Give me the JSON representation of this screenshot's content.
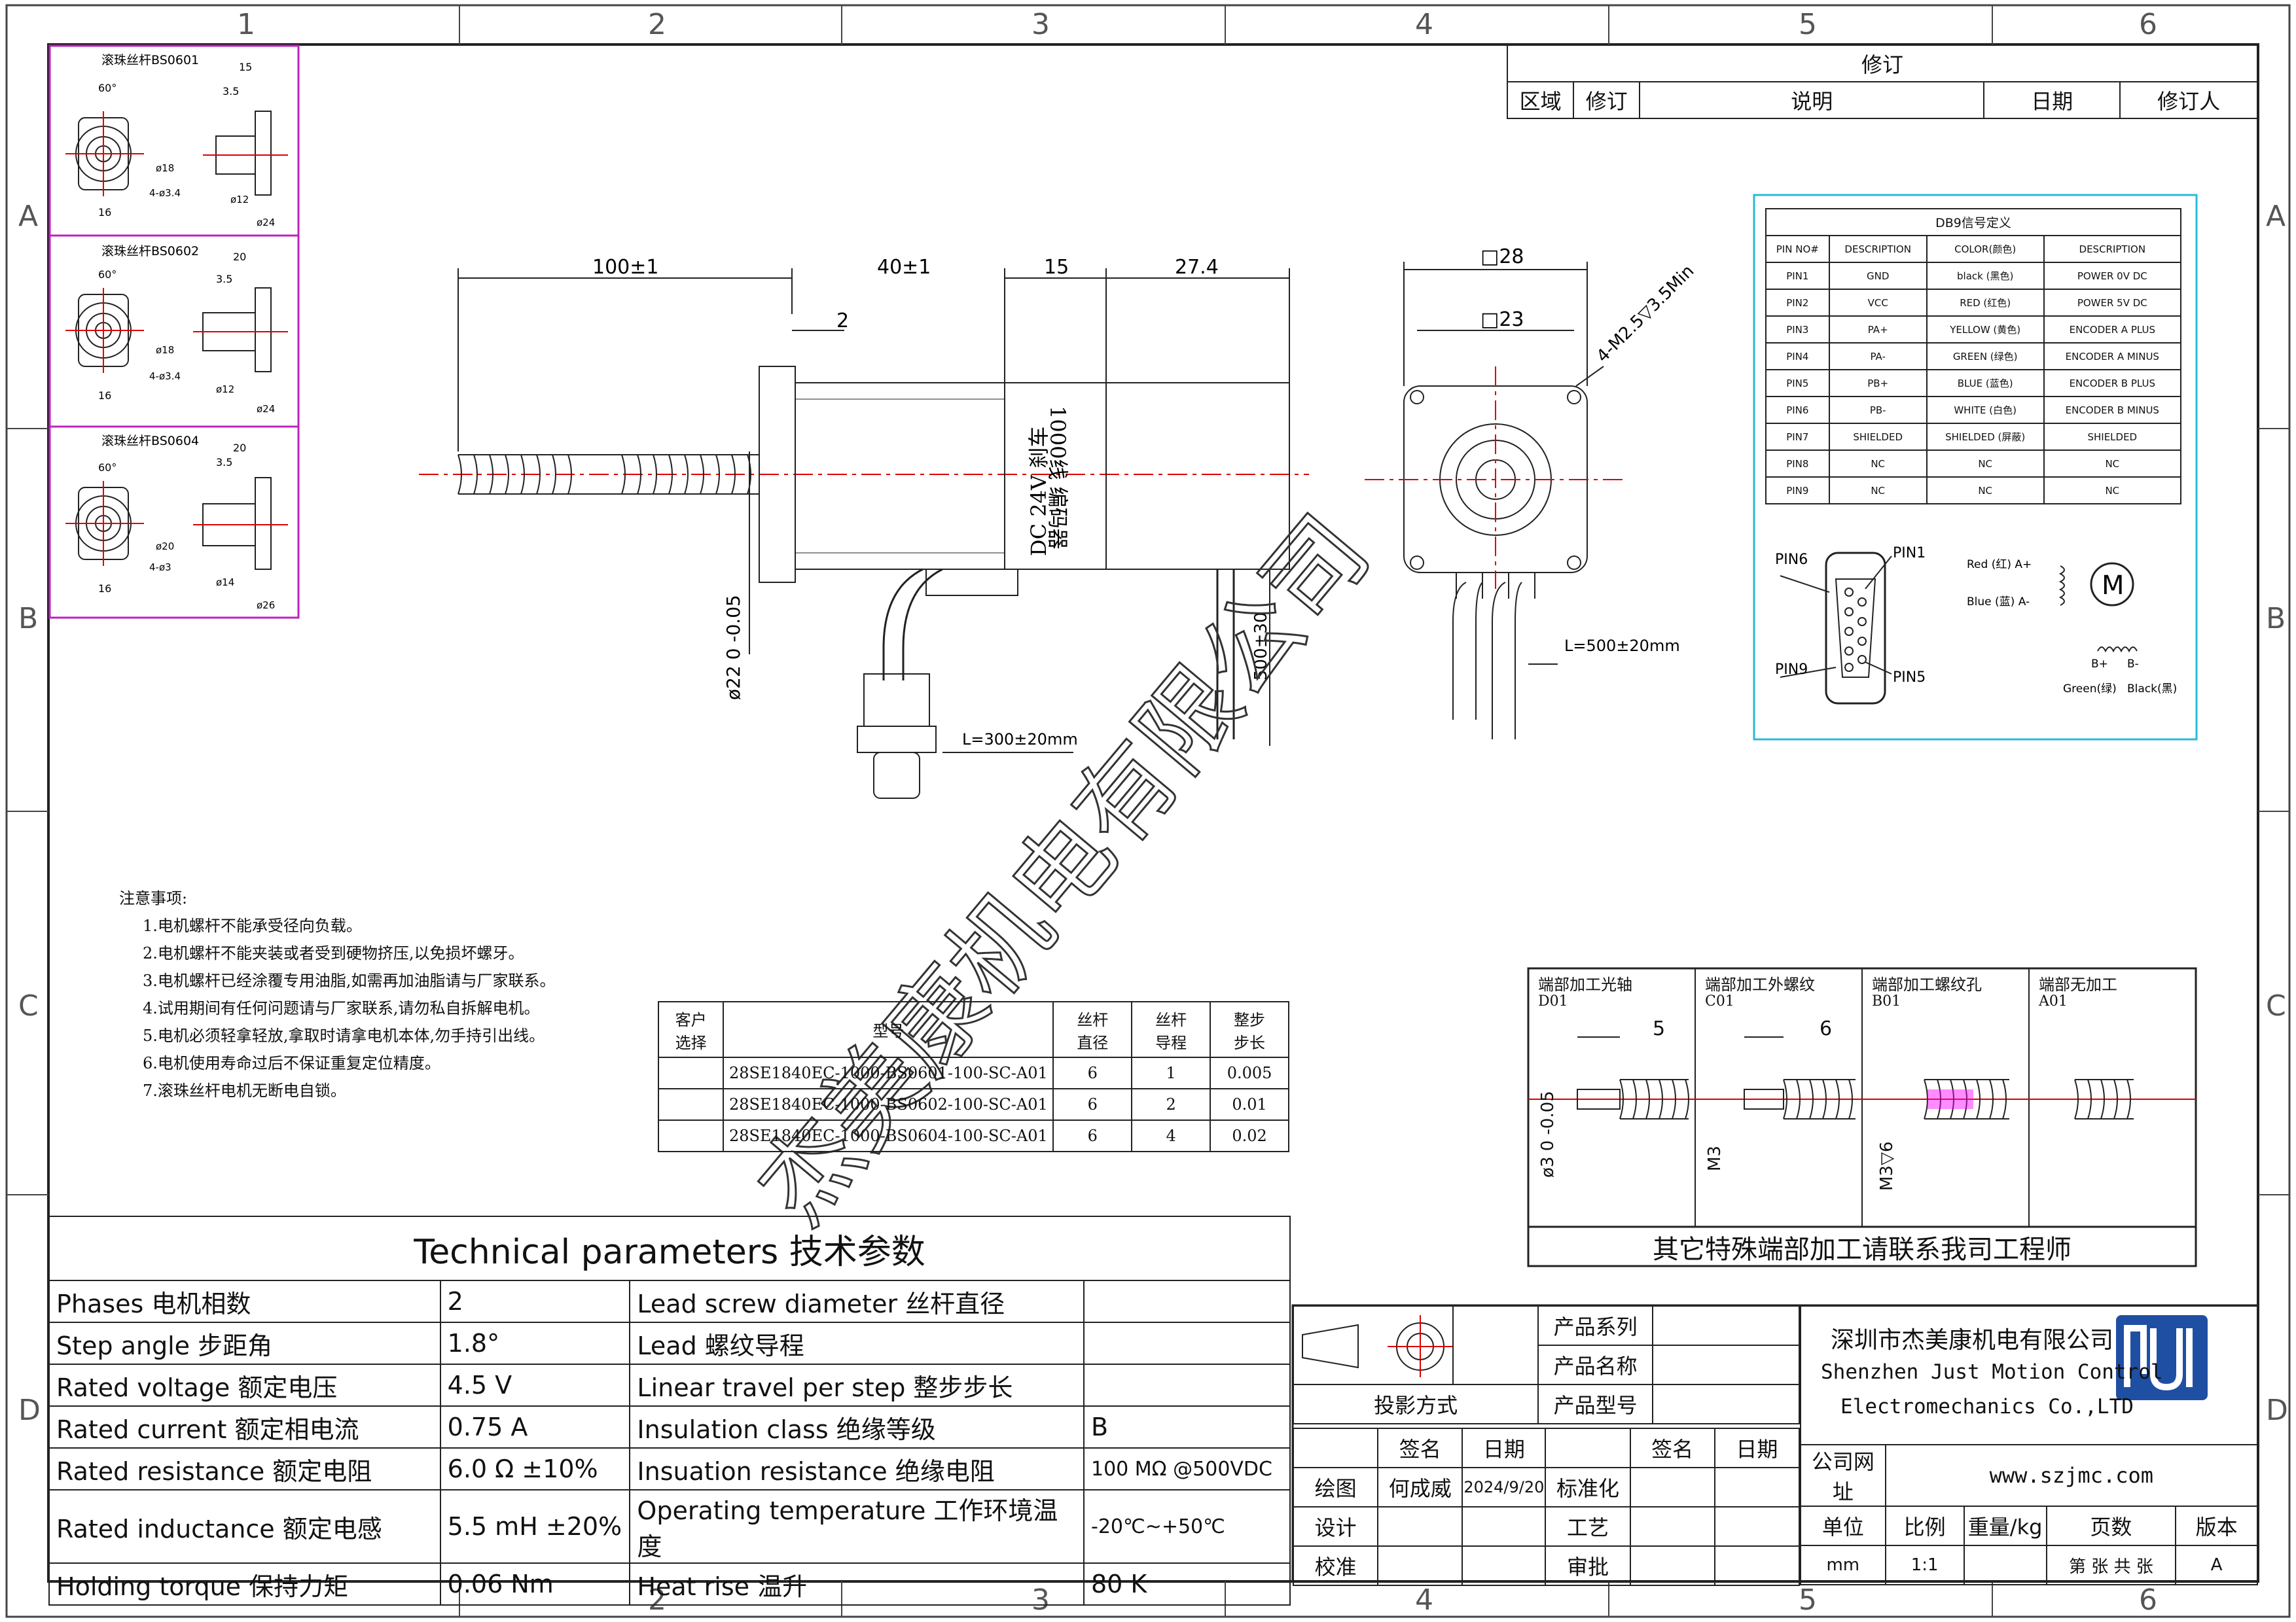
{
  "frame": {
    "columns": [
      "1",
      "2",
      "3",
      "4",
      "5",
      "6"
    ],
    "rows": [
      "A",
      "B",
      "C",
      "D"
    ]
  },
  "revision": {
    "title": "修订",
    "headers": [
      "区域",
      "修订",
      "说明",
      "日期",
      "修订人"
    ]
  },
  "variants": [
    {
      "title": "滚珠丝杆BS0601",
      "angle": "60°",
      "dims": {
        "w15": "15",
        "d35": "3.5",
        "b16": "16",
        "d18": "ø18",
        "holes": "4-ø3.4",
        "d12": "ø12",
        "d24": "ø24"
      }
    },
    {
      "title": "滚珠丝杆BS0602",
      "angle": "60°",
      "dims": {
        "w15": "20",
        "d35": "3.5",
        "b16": "16",
        "d18": "ø18",
        "holes": "4-ø3.4",
        "d12": "ø12",
        "d24": "ø24"
      }
    },
    {
      "title": "滚珠丝杆BS0604",
      "angle": "60°",
      "dims": {
        "w15": "20",
        "d35": "3.5",
        "b16": "16",
        "d18": "ø20",
        "holes": "4-ø3",
        "d12": "ø14",
        "d24": "ø26"
      }
    }
  ],
  "main_drawing": {
    "dim_screw": "100±1",
    "dim_motor": "40±1",
    "dim_encoder": "15",
    "dim_brake": "27.4",
    "dim_boss": "2",
    "dim_dia": "ø22  0 -0.05",
    "encoder_label": "1000线  编码器",
    "brake_label": "DC  24V  刹车",
    "cable_brake": "500±30",
    "cable_encoder": "L=300±20mm",
    "square_outer": "□28",
    "square_inner": "□23",
    "holes": "4-M2.5▽3.5Min",
    "cable_side": "L=500±20mm",
    "watermark": "杰美康机电有限公司"
  },
  "db9": {
    "title": "DB9信号定义",
    "headers": [
      "PIN NO#",
      "DESCRIPTION",
      "COLOR(颜色)",
      "DESCRIPTION"
    ],
    "rows": [
      [
        "PIN1",
        "GND",
        "black (黑色)",
        "POWER 0V DC"
      ],
      [
        "PIN2",
        "VCC",
        "RED (红色)",
        "POWER 5V DC"
      ],
      [
        "PIN3",
        "PA+",
        "YELLOW (黄色)",
        "ENCODER A PLUS"
      ],
      [
        "PIN4",
        "PA-",
        "GREEN (绿色)",
        "ENCODER A MINUS"
      ],
      [
        "PIN5",
        "PB+",
        "BLUE (蓝色)",
        "ENCODER B PLUS"
      ],
      [
        "PIN6",
        "PB-",
        "WHITE (白色)",
        "ENCODER B MINUS"
      ],
      [
        "PIN7",
        "SHIELDED",
        "SHIELDED (屏蔽)",
        "SHIELDED"
      ],
      [
        "PIN8",
        "NC",
        "NC",
        "NC"
      ],
      [
        "PIN9",
        "NC",
        "NC",
        "NC"
      ]
    ],
    "pins": {
      "pin6": "PIN6",
      "pin1": "PIN1",
      "pin9": "PIN9",
      "pin5": "PIN5"
    },
    "wires": {
      "red": "Red (红) A+",
      "blue": "Blue (蓝) A-",
      "bplus": "B+",
      "bminus": "B-",
      "green": "Green(绿)",
      "black": "Black(黑)",
      "motor": "M"
    }
  },
  "notes": {
    "title": "注意事项:",
    "items": [
      "1.电机螺杆不能承受径向负载。",
      "2.电机螺杆不能夹装或者受到硬物挤压,以免损坏螺牙。",
      "3.电机螺杆已经涂覆专用油脂,如需再加油脂请与厂家联系。",
      "4.试用期间有任何问题请与厂家联系,请勿私自拆解电机。",
      "5.电机必须轻拿轻放,拿取时请拿电机本体,勿手持引出线。",
      "6.电机使用寿命过后不保证重复定位精度。",
      "7.滚珠丝杆电机无断电自锁。"
    ]
  },
  "models": {
    "headers": [
      "客户\n选择",
      "型号",
      "丝杆\n直径",
      "丝杆\n导程",
      "整步\n步长"
    ],
    "rows": [
      [
        "",
        "28SE1840EC-1000-BS0601-100-SC-A01",
        "6",
        "1",
        "0.005"
      ],
      [
        "",
        "28SE1840EC-1000-BS0602-100-SC-A01",
        "6",
        "2",
        "0.01"
      ],
      [
        "",
        "28SE1840EC-1000-BS0604-100-SC-A01",
        "6",
        "4",
        "0.02"
      ]
    ]
  },
  "end_machining": {
    "panels": [
      {
        "title": "端部加工光轴",
        "code": "D01",
        "dim": "5",
        "dia": "ø3 0 -0.05"
      },
      {
        "title": "端部加工外螺纹",
        "code": "C01",
        "dim": "6",
        "dia": "M3"
      },
      {
        "title": "端部加工螺纹孔",
        "code": "B01",
        "dim": "",
        "dia": "M3▽6"
      },
      {
        "title": "端部无加工",
        "code": "A01",
        "dim": "",
        "dia": ""
      }
    ],
    "footer": "其它特殊端部加工请联系我司工程师"
  },
  "tech": {
    "title": "Technical parameters 技术参数",
    "rows": [
      [
        "Phases 电机相数",
        "2",
        "Lead screw diameter 丝杆直径",
        ""
      ],
      [
        "Step angle 步距角",
        "1.8°",
        "Lead 螺纹导程",
        ""
      ],
      [
        "Rated voltage 额定电压",
        "4.5 V",
        "Linear travel per step 整步步长",
        ""
      ],
      [
        "Rated current 额定相电流",
        "0.75 A",
        "Insulation class 绝缘等级",
        "B"
      ],
      [
        "Rated resistance 额定电阻",
        "6.0 Ω  ±10%",
        "Insuation resistance 绝缘电阻",
        "100 MΩ @500VDC"
      ],
      [
        "Rated inductance 额定电感",
        "5.5 mH ±20%",
        "Operating temperature 工作环境温度",
        "-20℃~+50℃"
      ],
      [
        "Holding torque 保持力矩",
        "0.06 Nm",
        "Heat rise 温升",
        "80 K"
      ]
    ]
  },
  "title_block": {
    "projection": "投影方式",
    "series": "产品系列",
    "name": "产品名称",
    "model": "产品型号",
    "sign": "签名",
    "date": "日期",
    "draw": "绘图",
    "drawer": "何成威",
    "draw_date": "2024/9/20",
    "std": "标准化",
    "design": "设计",
    "process": "工艺",
    "check": "校准",
    "approve": "审批",
    "company_cn": "深圳市杰美康机电有限公司",
    "company_en1": "Shenzhen  Just  Motion  Control",
    "company_en2": "Electromechanics  Co.,LTD",
    "site_label": "公司网址",
    "site": "www.szjmc.com",
    "unit": "单位",
    "scale": "比例",
    "weight": "重量/kg",
    "pages": "页数",
    "version": "版本",
    "unit_val": "mm",
    "scale_val": "1:1",
    "pages_val": "第 张 共 张",
    "version_val": "A",
    "accent": "#1f4fa3"
  }
}
